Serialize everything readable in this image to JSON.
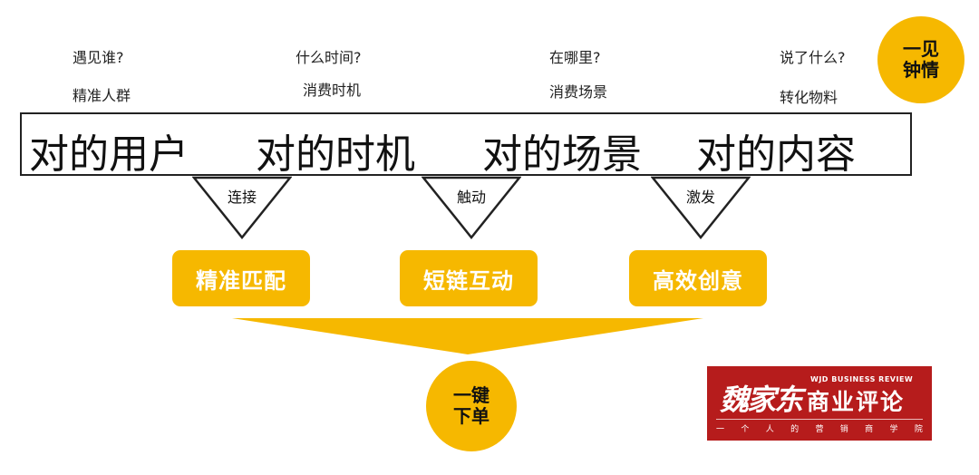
{
  "questions": [
    "遇见谁?",
    "什么时间?",
    "在哪里?",
    "说了什么?"
  ],
  "subtitles": [
    "精准人群",
    "消费时机",
    "消费场景",
    "转化物料"
  ],
  "badge_top": {
    "line1": "一见",
    "line2": "钟情"
  },
  "main_items": [
    "对的用户",
    "对的时机",
    "对的场景",
    "对的内容"
  ],
  "connectors": [
    "连接",
    "触动",
    "激发"
  ],
  "actions": [
    "精准匹配",
    "短链互动",
    "高效创意"
  ],
  "badge_bottom": {
    "line1": "一键",
    "line2": "下单"
  },
  "logo": {
    "script": "魏家东",
    "english": "WJD BUSINESS REVIEW",
    "chinese": "商业评论",
    "slogan": [
      "一",
      "个",
      "人",
      "的",
      "营",
      "销",
      "商",
      "学",
      "院"
    ]
  },
  "colors": {
    "accent": "#f6b800",
    "logo_bg": "#b61c1c"
  }
}
